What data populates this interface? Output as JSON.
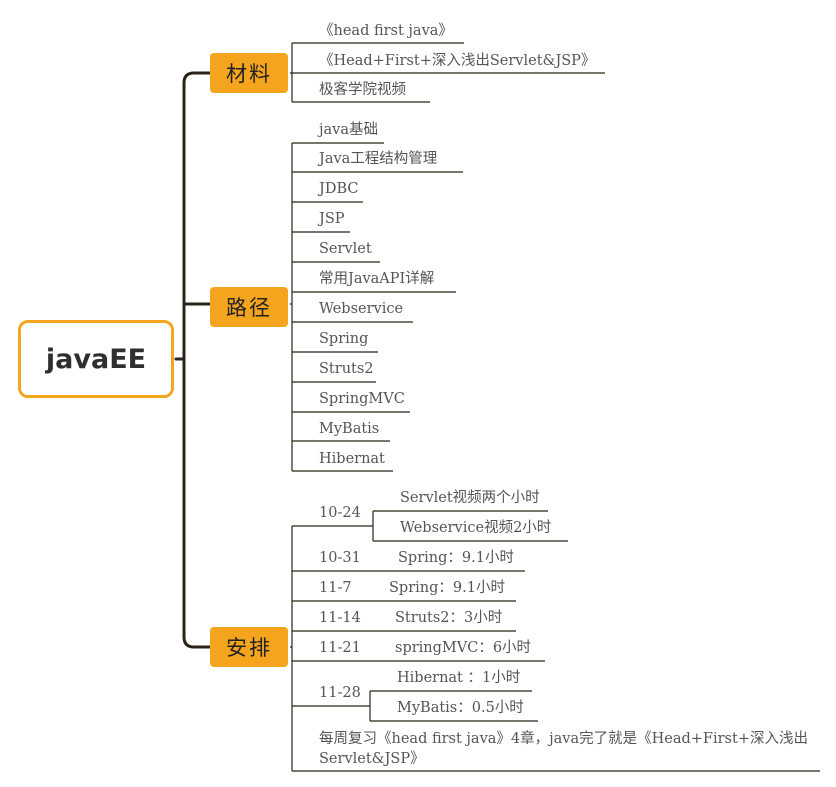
{
  "root": {
    "label": "javaEE"
  },
  "branches": {
    "materials": {
      "label": "材料",
      "items": [
        "《head first java》",
        "《Head+First+深入浅出Servlet&JSP》",
        "极客学院视频"
      ]
    },
    "path": {
      "label": "路径",
      "items": [
        "java基础",
        "Java工程结构管理",
        "JDBC",
        "JSP",
        "Servlet",
        "常用JavaAPI详解",
        "Webservice",
        "Spring",
        "Struts2",
        "SpringMVC",
        "MyBatis",
        "Hibernat"
      ]
    },
    "schedule": {
      "label": "安排",
      "entries": [
        {
          "date": "10-24",
          "tasks": [
            "Servlet视频两个小时",
            "Webservice视频2小时"
          ]
        },
        {
          "date": "10-31",
          "tasks": [
            "Spring：9.1小时"
          ]
        },
        {
          "date": "11-7",
          "tasks": [
            "Spring：9.1小时"
          ]
        },
        {
          "date": "11-14",
          "tasks": [
            "Struts2：3小时"
          ]
        },
        {
          "date": "11-21",
          "tasks": [
            "springMVC：6小时"
          ]
        },
        {
          "date": "11-28",
          "tasks": [
            "Hibernat ：1小时",
            "MyBatis：0.5小时"
          ]
        }
      ],
      "note": "每周复习《head first java》4章，java完了就是《Head+First+深入浅出Servlet&JSP》"
    }
  },
  "colors": {
    "accent": "#f4a51d",
    "line": "#2b2418",
    "text": "#555555"
  }
}
